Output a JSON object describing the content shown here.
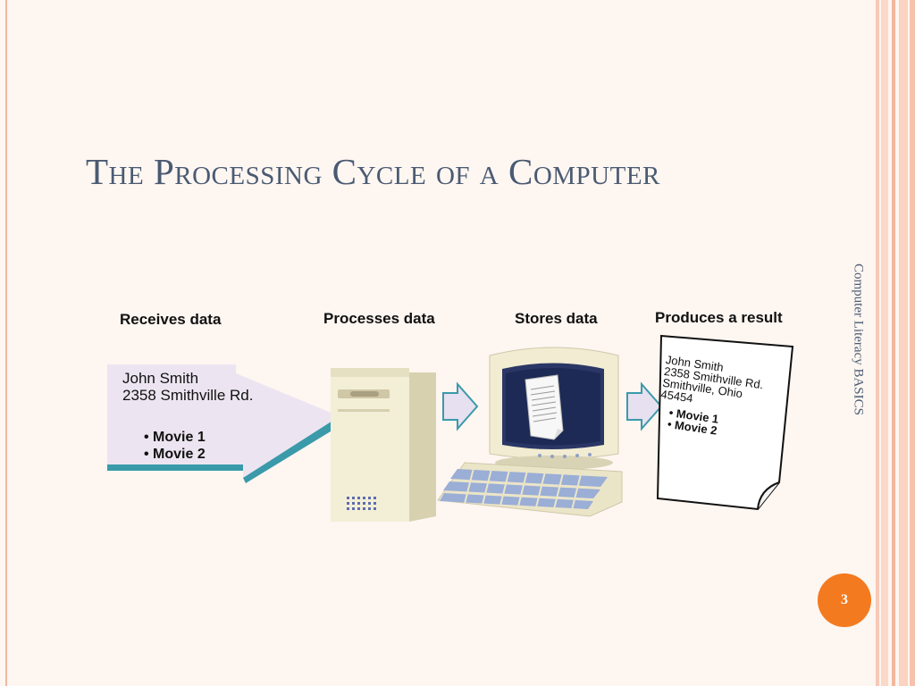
{
  "slide": {
    "title": "The Processing Cycle of a Computer",
    "side_text": "Computer Literacy BASICS",
    "page_number": "3"
  },
  "diagram": {
    "labels": [
      "Receives data",
      "Processes data",
      "Stores data",
      "Produces a result"
    ],
    "input": {
      "lines": [
        "John Smith",
        "2358 Smithville Rd."
      ],
      "items": [
        "• Movie 1",
        "• Movie 2"
      ]
    },
    "output": {
      "lines": [
        "John Smith",
        "2358 Smithville Rd.",
        "Smithville, Ohio",
        "45454"
      ],
      "items": [
        "• Movie 1",
        "• Movie 2"
      ]
    }
  },
  "colors": {
    "background": "#fdf6f1",
    "title": "#4a5a72",
    "badge": "#f47a1f",
    "accent": "#3a9aaa"
  }
}
